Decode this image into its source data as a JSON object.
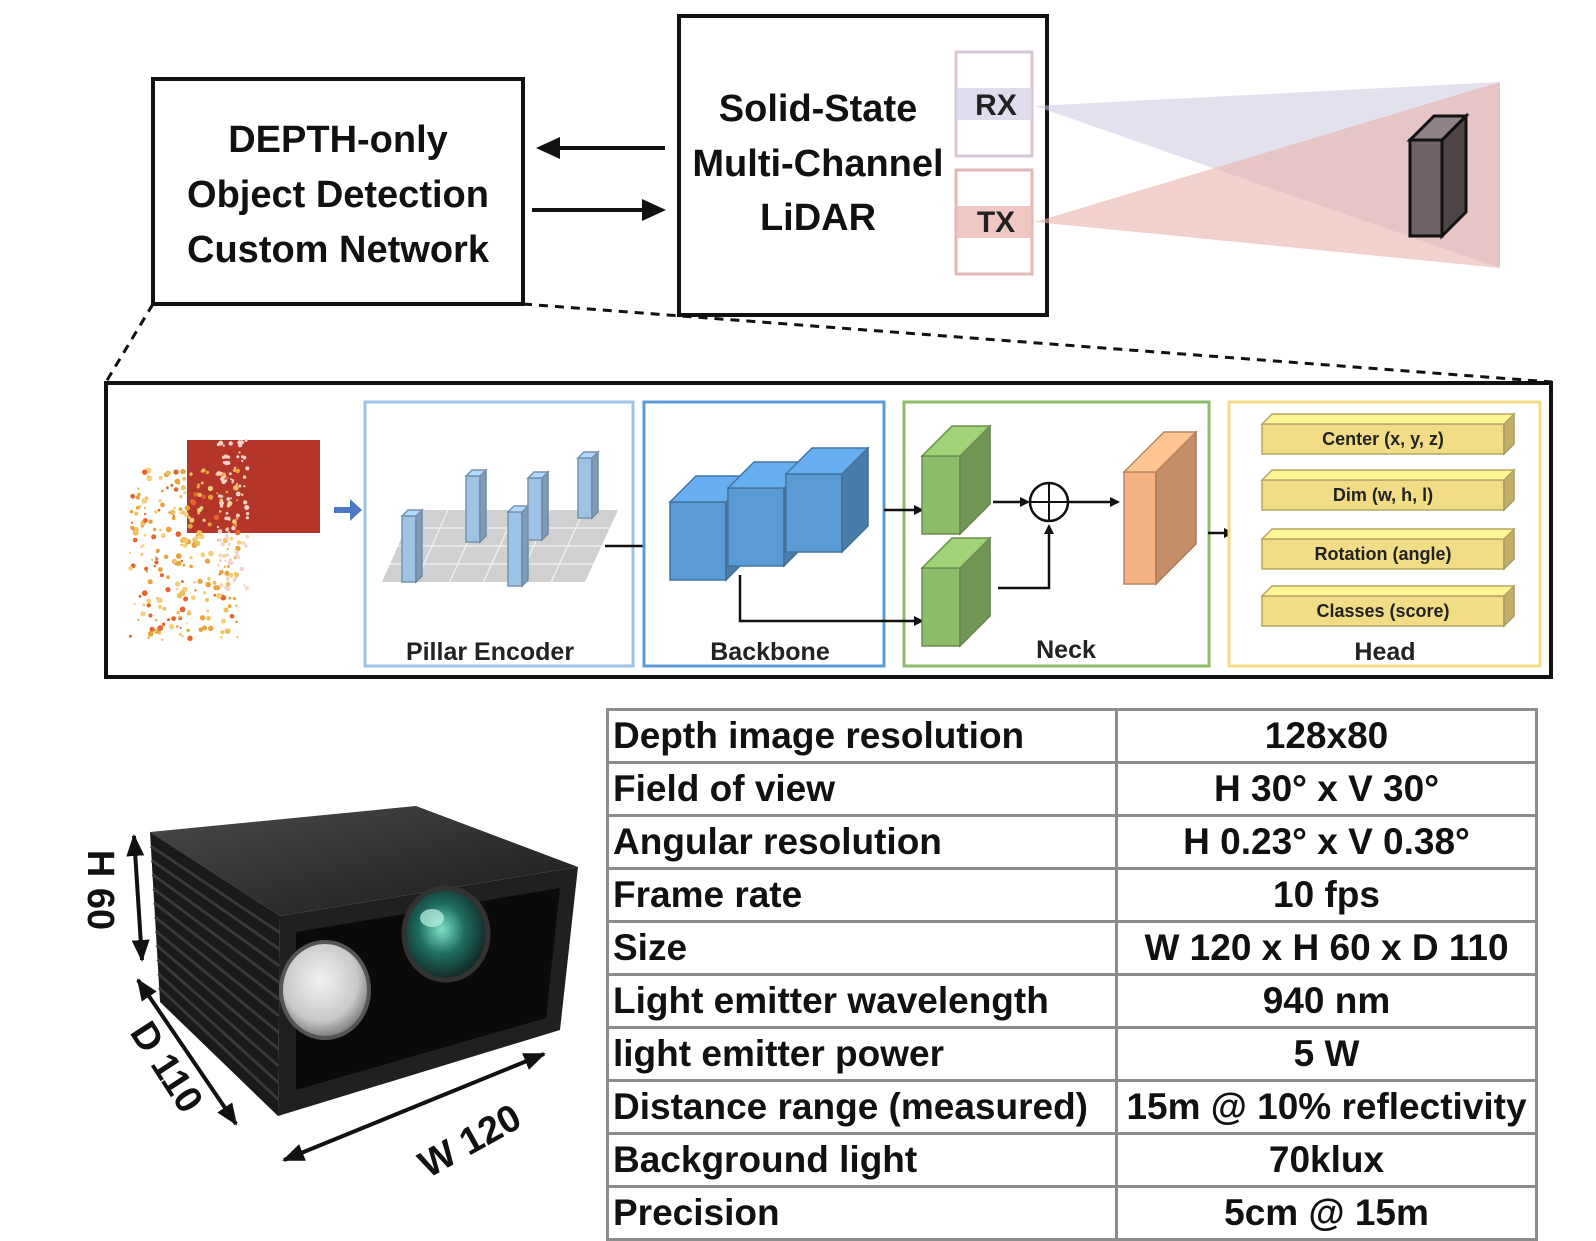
{
  "system": {
    "detector_lines": [
      "DEPTH-only",
      "Object Detection",
      "Custom Network"
    ],
    "lidar_lines": [
      "Solid-State",
      "Multi-Channel",
      "LiDAR"
    ],
    "rx_label": "RX",
    "tx_label": "TX"
  },
  "network": {
    "stages": [
      {
        "label": "Pillar Encoder",
        "color": "#9dc3e6"
      },
      {
        "label": "Backbone",
        "color": "#5b9bd5"
      },
      {
        "label": "Neck",
        "color": "#8fbc6b"
      },
      {
        "label": "Head",
        "color": "#f2dc85"
      }
    ],
    "head_outputs": [
      "Center (x, y, z)",
      "Dim (w, h, l)",
      "Rotation (angle)",
      "Classes (score)"
    ],
    "neck_upsample_color": "#f4b183"
  },
  "device": {
    "dim_height": "H 60",
    "dim_depth": "D 110",
    "dim_width": "W 120"
  },
  "specs": {
    "rows": [
      {
        "param": "Depth image resolution",
        "value": "128x80"
      },
      {
        "param": "Field of view",
        "value": "H 30° x V 30°"
      },
      {
        "param": "Angular resolution",
        "value": "H 0.23° x V 0.38°"
      },
      {
        "param": "Frame rate",
        "value": "10 fps"
      },
      {
        "param": "Size",
        "value": "W 120 x H 60 x D 110"
      },
      {
        "param": "Light emitter wavelength",
        "value": "940 nm"
      },
      {
        "param": "light emitter power",
        "value": "5 W"
      },
      {
        "param": "Distance range (measured)",
        "value": "15m @ 10% reflectivity"
      },
      {
        "param": "Background light",
        "value": "70klux"
      },
      {
        "param": "Precision",
        "value": "5cm @ 15m"
      }
    ]
  }
}
